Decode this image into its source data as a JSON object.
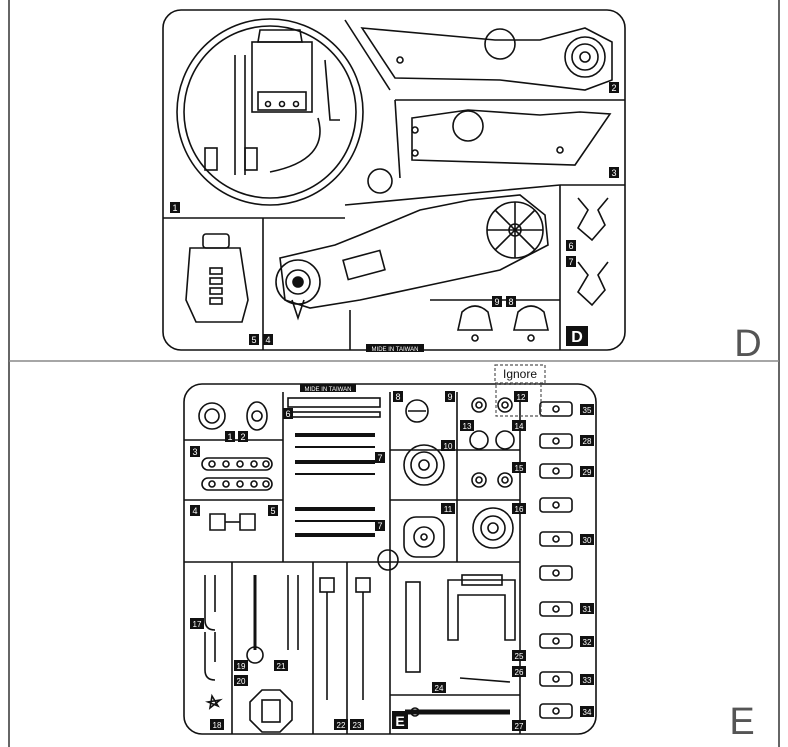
{
  "panels": [
    {
      "letter": "D",
      "imprint": "MIDE IN TAIWAN",
      "corner_tag": "D",
      "part_numbers": [
        "1",
        "2",
        "3",
        "4",
        "5",
        "6",
        "7",
        "8",
        "9"
      ]
    },
    {
      "letter": "E",
      "imprint": "MIDE IN TAIWAN",
      "corner_tag": "E",
      "ignore_label": "Ignore",
      "part_numbers": [
        "1",
        "2",
        "3",
        "4",
        "5",
        "6",
        "7",
        "7",
        "8",
        "9",
        "10",
        "11",
        "12",
        "13",
        "14",
        "15",
        "16",
        "17",
        "18",
        "19",
        "20",
        "21",
        "22",
        "23",
        "24",
        "25",
        "26",
        "27",
        "28",
        "29",
        "30",
        "31",
        "32",
        "33",
        "34",
        "35"
      ]
    }
  ],
  "colors": {
    "line": "#111111",
    "label_bg": "#111111",
    "label_fg": "#ffffff",
    "divider": "#888888",
    "big_letter": "#555555",
    "dashed_box": "#555555"
  }
}
